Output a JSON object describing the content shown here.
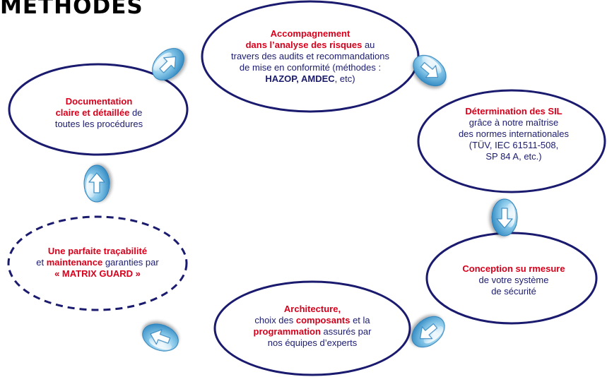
{
  "title": "METHODES",
  "nodes": {
    "n1": {
      "l1": "Accompagnement",
      "l2a": "dans l’analyse des risques",
      "l2b": " au",
      "l3": "travers des audits et recommandations",
      "l4": "de mise en conformité (méthodes :",
      "l5a": "HAZOP, AMDEC",
      "l5b": ", etc)"
    },
    "n2": {
      "l1": "Détermination des SIL",
      "l2": "grâce à notre maîtrise",
      "l3": "des normes internationales",
      "l4": "(TÜV, IEC 61511-508,",
      "l5": "SP 84 A, etc.)"
    },
    "n3": {
      "l1": "Conception su rmesure",
      "l2": "de votre système",
      "l3": "de sécurité"
    },
    "n4": {
      "l1": "Architecture,",
      "l2a": "choix des ",
      "l2b": "composants",
      "l2c": " et la",
      "l3a": "programmation",
      "l3b": " assurés par",
      "l4": "nos équipes d’experts"
    },
    "n5": {
      "l1": "Une parfaite traçabilité",
      "l2a": "et ",
      "l2b": "maintenance",
      "l2c": " garanties par",
      "l3": "« MATRIX GUARD »"
    },
    "n6": {
      "l1": "Documentation",
      "l2a": "claire et détaillée",
      "l2b": " de",
      "l3": "toutes les procédures"
    }
  },
  "colors": {
    "ellipse_stroke": "#1a1a6e",
    "highlight": "#d9001b",
    "text": "#1b1b6e",
    "arrow_bubble": "#4da9d6"
  }
}
